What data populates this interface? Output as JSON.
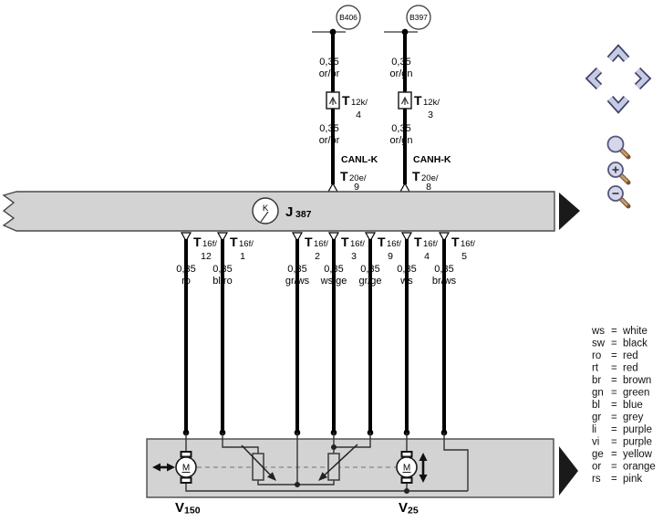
{
  "palette": {
    "bar_gray": "#d3d3d3",
    "outline_gray": "#4a4a4a",
    "wire_black": "#000000",
    "inner_wire": "#333333",
    "dash_gray": "#858585",
    "chevron_fill": "#c6cbe4",
    "chevron_outline": "#3f3f66",
    "magnifier_glass": "#d4d7ea",
    "magnifier_outline": "#55557a",
    "magnifier_handle": "#c49a6c"
  },
  "top_channels": [
    {
      "component": "B406",
      "size1": "0,35",
      "color1": "or/br",
      "conn_t": "T",
      "conn_sub": "12k/",
      "conn_pin": "4",
      "size2": "0,35",
      "color2": "or/br",
      "bus": "CANL-K",
      "ecu_t": "T",
      "ecu_sub": "20e/",
      "ecu_pin": "9"
    },
    {
      "component": "B397",
      "size1": "0,35",
      "color1": "or/gn",
      "conn_t": "T",
      "conn_sub": "12k/",
      "conn_pin": "3",
      "size2": "0,35",
      "color2": "or/gn",
      "bus": "CANH-K",
      "ecu_t": "T",
      "ecu_sub": "20e/",
      "ecu_pin": "8"
    }
  ],
  "control_unit": {
    "symbol_letter": "K",
    "name": "J",
    "name_sub": "387"
  },
  "lower_pins": [
    {
      "t": "T",
      "sub": "16f/",
      "pin": "12",
      "size": "0,35",
      "color": "ro"
    },
    {
      "t": "T",
      "sub": "16f/",
      "pin": "1",
      "size": "0,35",
      "color": "bl/ro"
    },
    {
      "t": "T",
      "sub": "16f/",
      "pin": "2",
      "size": "0,35",
      "color": "gr/ws"
    },
    {
      "t": "T",
      "sub": "16f/",
      "pin": "3",
      "size": "0,35",
      "color": "ws/ge"
    },
    {
      "t": "T",
      "sub": "16f/",
      "pin": "9",
      "size": "0,35",
      "color": "gr/ge"
    },
    {
      "t": "T",
      "sub": "16f/",
      "pin": "4",
      "size": "0,35",
      "color": "ws"
    },
    {
      "t": "T",
      "sub": "16f/",
      "pin": "5",
      "size": "0,35",
      "color": "br/ws"
    }
  ],
  "motors": [
    {
      "symbol": "M",
      "name": "V",
      "name_sub": "150"
    },
    {
      "symbol": "M",
      "name": "V",
      "name_sub": "25"
    }
  ],
  "legend": {
    "separator": "=",
    "entries": [
      {
        "abbr": "ws",
        "name": "white"
      },
      {
        "abbr": "sw",
        "name": "black"
      },
      {
        "abbr": "ro",
        "name": "red"
      },
      {
        "abbr": "rt",
        "name": "red"
      },
      {
        "abbr": "br",
        "name": "brown"
      },
      {
        "abbr": "gn",
        "name": "green"
      },
      {
        "abbr": "bl",
        "name": "blue"
      },
      {
        "abbr": "gr",
        "name": "grey"
      },
      {
        "abbr": "li",
        "name": "purple"
      },
      {
        "abbr": "vi",
        "name": "purple"
      },
      {
        "abbr": "ge",
        "name": "yellow"
      },
      {
        "abbr": "or",
        "name": "orange"
      },
      {
        "abbr": "rs",
        "name": "pink"
      }
    ]
  },
  "toolbar": {
    "icons": [
      "pan-up",
      "pan-left",
      "pan-right",
      "pan-down",
      "zoom-lens",
      "zoom-in",
      "zoom-out"
    ]
  }
}
